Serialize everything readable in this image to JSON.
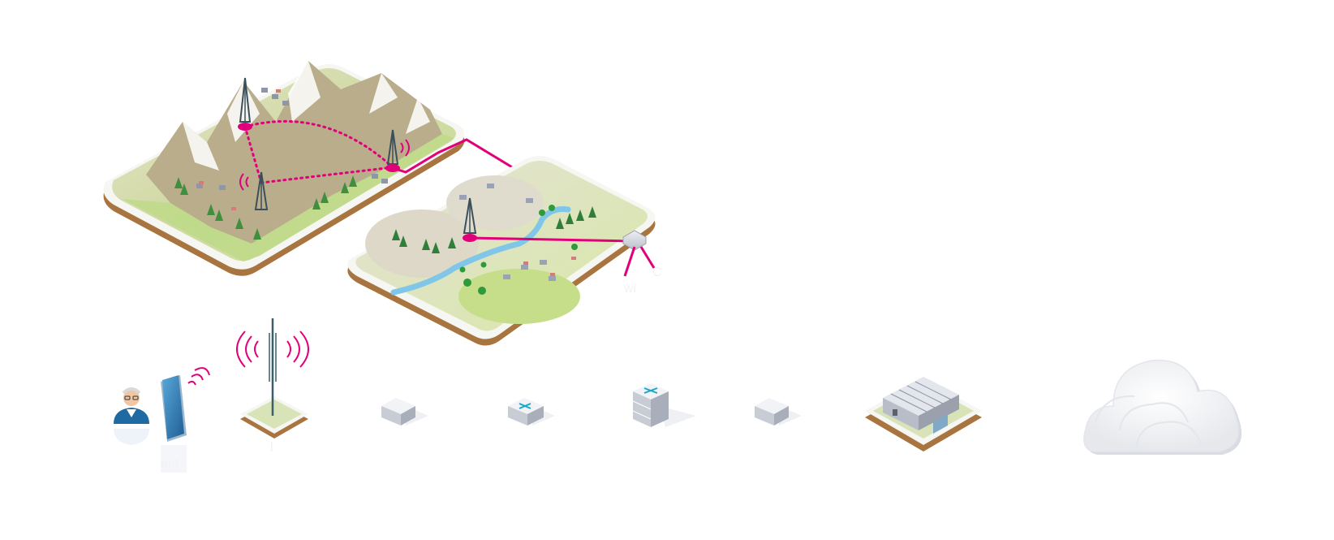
{
  "diagram": {
    "colors": {
      "link": "#e2007a",
      "node": "#e2007a",
      "terrain_green": "#cfe19a",
      "terrain_light": "#e6edc5",
      "tile_edge": "#f4f4f0",
      "tile_base": "#a8743f",
      "device_grey": "#cfd3db",
      "accent_teal": "#1ba6c9",
      "tree": "#3f8f3f",
      "river": "#7fc6e8"
    },
    "labels": {
      "rural_island_text": "C",
      "rural_island_text_2": "wi",
      "user_caption": "ent",
      "tower_caption": "l"
    },
    "tiles": [
      {
        "id": "mountain-region",
        "icon": "mountain-tile-icon"
      },
      {
        "id": "rural-region",
        "icon": "rural-tile-icon"
      }
    ],
    "chain": [
      {
        "id": "user",
        "icon": "user-avatar-icon"
      },
      {
        "id": "smartphone",
        "icon": "smartphone-icon"
      },
      {
        "id": "small-cell",
        "icon": "radio-mast-icon"
      },
      {
        "id": "router-1",
        "icon": "router-box-icon"
      },
      {
        "id": "switch",
        "icon": "switch-box-icon"
      },
      {
        "id": "core-stack",
        "icon": "server-stack-icon"
      },
      {
        "id": "router-2",
        "icon": "router-box-icon"
      },
      {
        "id": "data-center",
        "icon": "datacenter-icon"
      },
      {
        "id": "cloud",
        "icon": "cloud-icon"
      }
    ]
  }
}
